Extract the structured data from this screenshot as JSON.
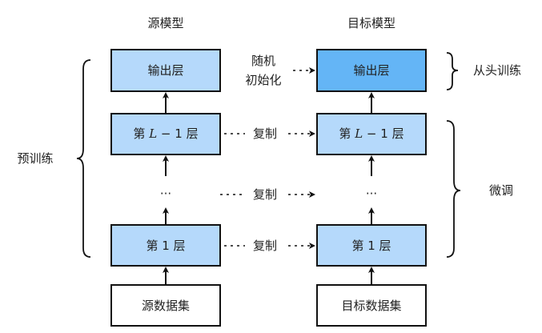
{
  "colors": {
    "layer": "#b5d9fb",
    "target_output": "#64b5f6",
    "dataset": "#ffffff",
    "stroke": "#111111"
  },
  "headers": {
    "source": "源模型",
    "target": "目标模型"
  },
  "source": {
    "output": "输出层",
    "layer_l1_prefix": "第 ",
    "layer_l1_var": "L",
    "layer_l1_suffix": " − 1 层",
    "dots": "···",
    "layer_1": "第 1 层",
    "dataset": "源数据集"
  },
  "target": {
    "output": "输出层",
    "layer_l1_prefix": "第 ",
    "layer_l1_var": "L",
    "layer_l1_suffix": " − 1 层",
    "dots": "···",
    "layer_1": "第 1 层",
    "dataset": "目标数据集"
  },
  "connectors": {
    "random_init_line1": "随机",
    "random_init_line2": "初始化",
    "copy": "复制"
  },
  "braces": {
    "pretrain": "预训练",
    "train_from_scratch": "从头训练",
    "finetune": "微调"
  }
}
